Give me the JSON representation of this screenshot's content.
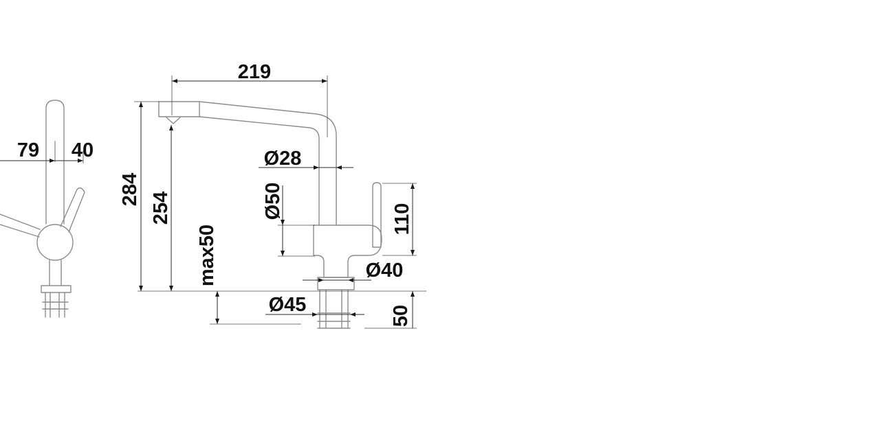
{
  "dimensions": {
    "side_left_width": "79",
    "side_right_width": "40",
    "total_height": "284",
    "spout_outlet_height": "254",
    "max_worktop_thickness": "max50",
    "spout_reach": "219",
    "spout_tube_diameter": "Ø28",
    "body_diameter": "Ø50",
    "lever_height": "110",
    "base_diameter": "Ø40",
    "hole_diameter": "Ø45",
    "shank_length": "50"
  }
}
